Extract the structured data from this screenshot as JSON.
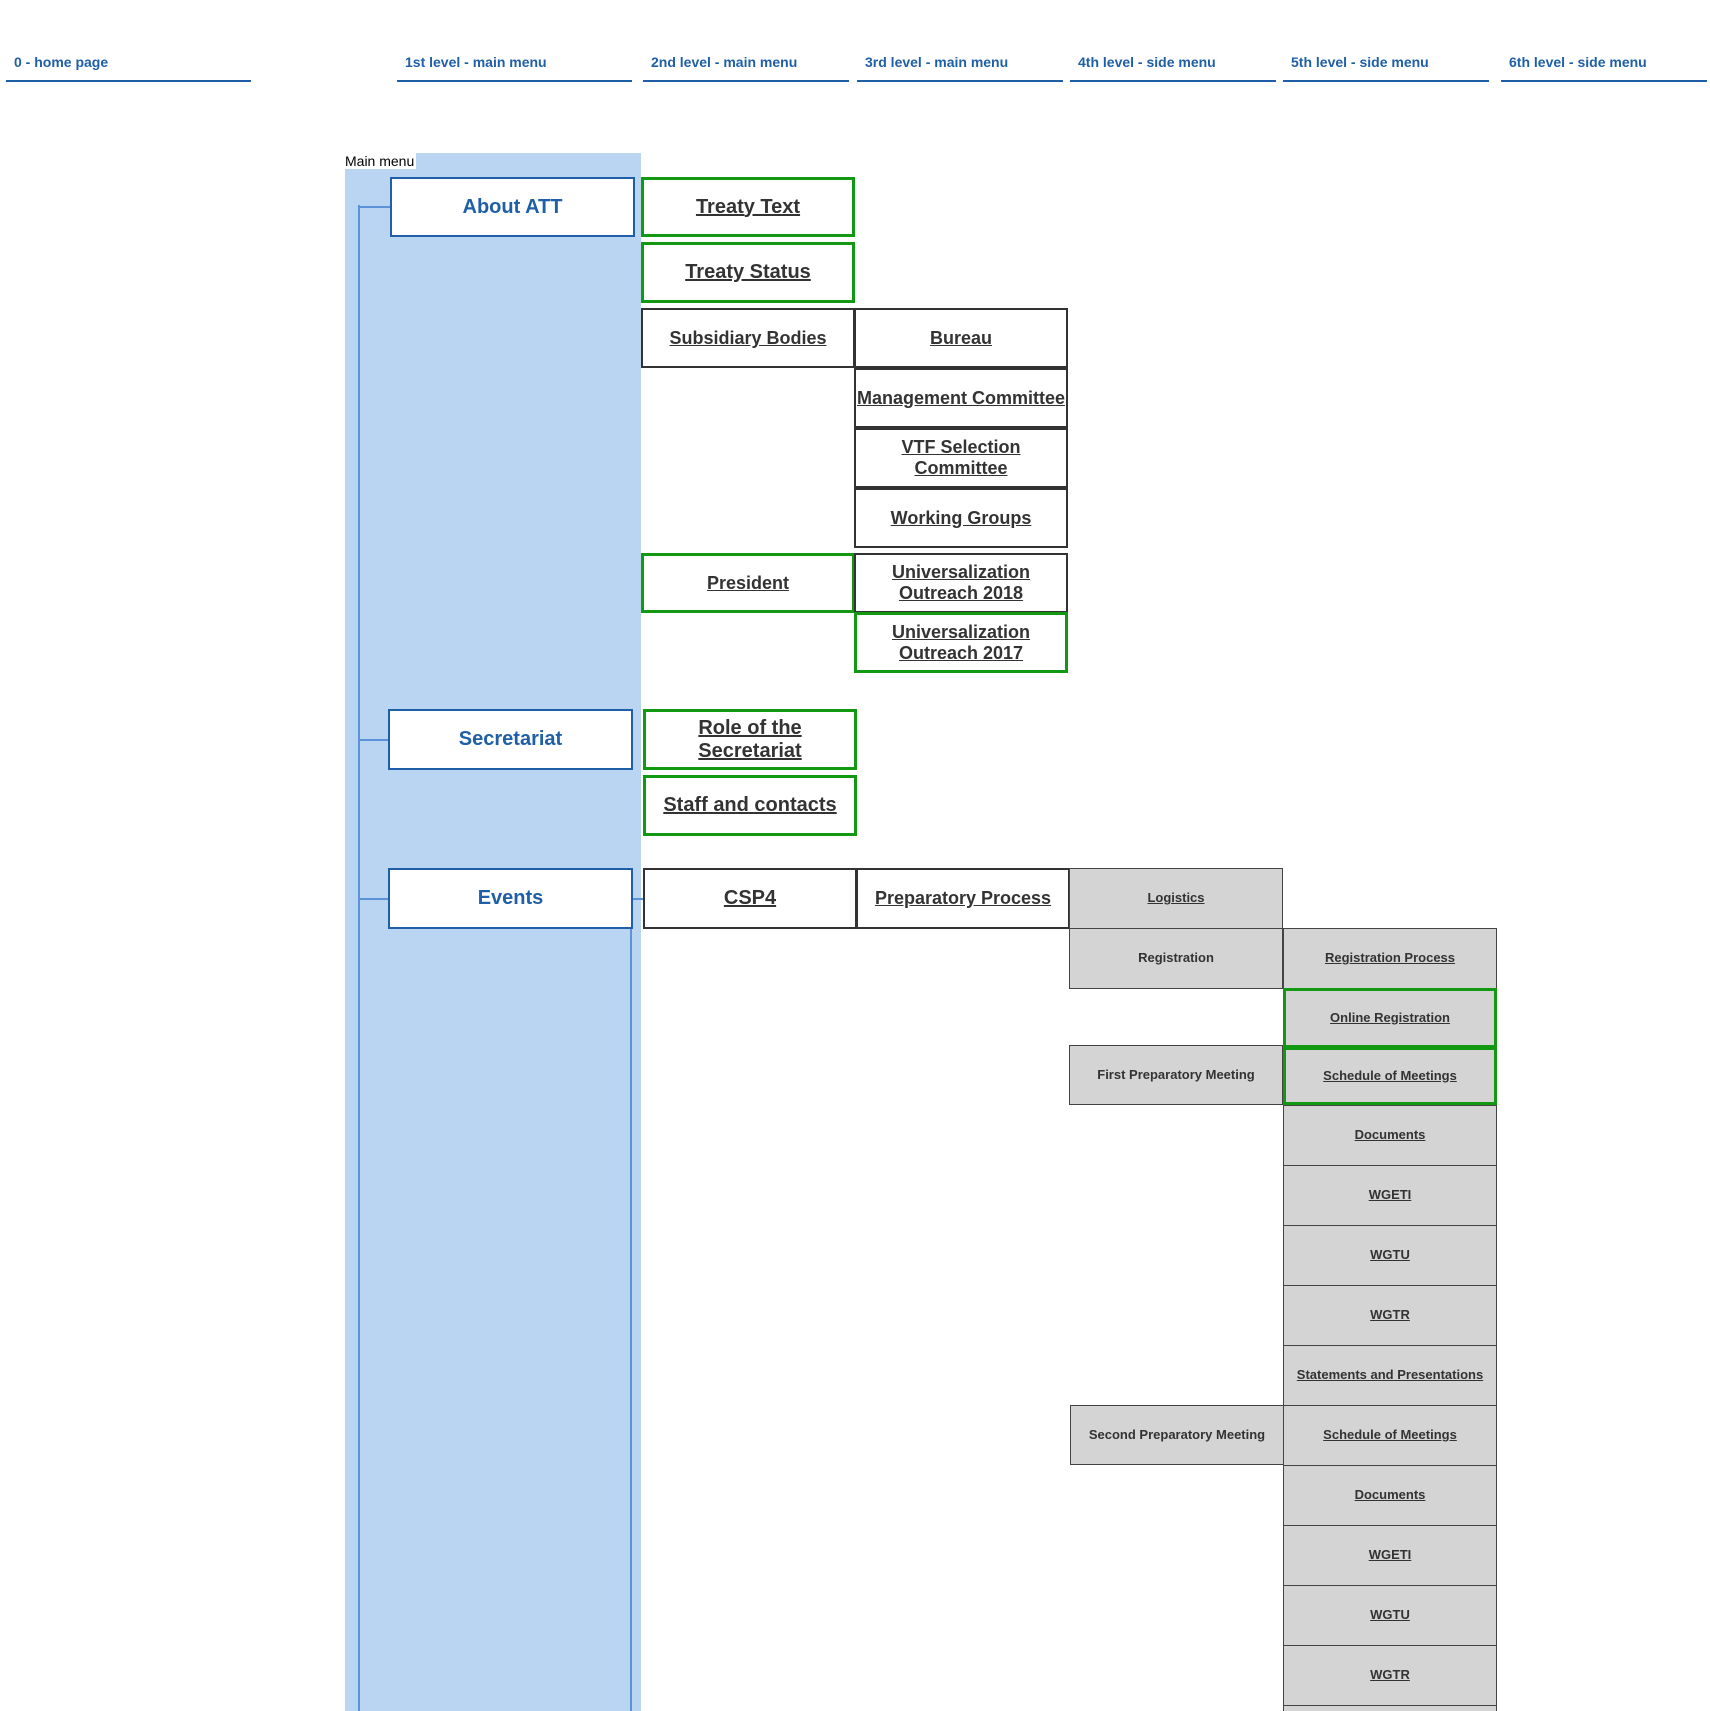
{
  "headers": {
    "home": "0 - home page",
    "level1": "1st level - main menu",
    "level2": "2nd level - main menu",
    "level3": "3rd level - main menu",
    "level4": "4th level - side menu",
    "level5": "5th level - side menu",
    "level6": "6th level - side menu"
  },
  "main_menu": {
    "caption": "Main menu",
    "about": "About ATT",
    "secretariat": "Secretariat",
    "events": "Events"
  },
  "about": {
    "treaty_text": "Treaty Text",
    "treaty_status": "Treaty Status",
    "subsidiary_bodies": "Subsidiary Bodies",
    "president": "President",
    "bureau": "Bureau",
    "management_committee": "Management Committee",
    "vtf_selection_committee": "VTF Selection Committee",
    "working_groups": "Working Groups",
    "universalization_2018": "Universalization Outreach 2018",
    "universalization_2017": "Universalization Outreach 2017"
  },
  "secretariat": {
    "role": "Role of the Secretariat",
    "staff": "Staff and contacts"
  },
  "events": {
    "csp4": "CSP4",
    "preparatory_process": "Preparatory Process",
    "logistics": "Logistics",
    "registration": "Registration",
    "first_prep_meeting": "First Preparatory Meeting",
    "second_prep_meeting": "Second Preparatory Meeting",
    "registration_process": "Registration Process",
    "online_registration": "Online Registration",
    "first": {
      "schedule": "Schedule of Meetings",
      "documents": "Documents",
      "wgeti": "WGETI",
      "wgtu": "WGTU",
      "wgtr": "WGTR",
      "statements": "Statements and Presentations"
    },
    "second": {
      "schedule": "Schedule of Meetings",
      "documents": "Documents",
      "wgeti": "WGETI",
      "wgtu": "WGTU",
      "wgtr": "WGTR"
    }
  }
}
